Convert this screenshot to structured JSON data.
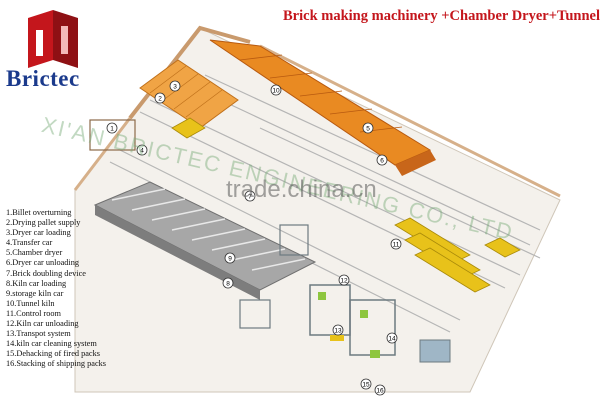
{
  "header": {
    "title": "Brick making machinery +Chamber Dryer+Tunnel Kiln"
  },
  "brand": {
    "name": "Brictec",
    "colors": {
      "logo_red": "#c4161c",
      "logo_dark": "#8e1014",
      "brand_blue": "#1b3a8c"
    }
  },
  "watermarks": {
    "primary": "trade.china.cn",
    "secondary": "XI'AN BRICTEC ENGINEERING CO., LTD"
  },
  "legend": {
    "items": [
      "1.Billet overturning",
      "2.Drying pallet supply",
      "3.Dryer car loading",
      "4.Transfer car",
      "5.Chamber dryer",
      "6.Dryer car unloading",
      "7.Brick doubling device",
      "8.Kiln car loading",
      "9.storage kiln car",
      "10.Tunnel kiln",
      "11.Control room",
      "12.Kiln car unloading",
      "13.Transpot system",
      "14.kiln car cleaning system",
      "15.Dehacking of fired packs",
      "16.Stacking of shipping packs"
    ]
  },
  "diagram": {
    "colors": {
      "kiln": "#e98a22",
      "kiln_dark": "#c8661a",
      "dryer": "#9a9a9a",
      "rail": "#b8b8b8",
      "wall": "#d4a57a",
      "yellow": "#e8c21a",
      "green": "#8ec63f",
      "gray_machine": "#7f8a8f"
    },
    "markers": [
      {
        "id": "m1",
        "text": "1"
      },
      {
        "id": "m2",
        "text": "2"
      },
      {
        "id": "m3",
        "text": "3"
      },
      {
        "id": "m4",
        "text": "4"
      },
      {
        "id": "m5",
        "text": "5"
      },
      {
        "id": "m6",
        "text": "6"
      },
      {
        "id": "m7",
        "text": "7"
      },
      {
        "id": "m8",
        "text": "8"
      },
      {
        "id": "m9",
        "text": "9"
      },
      {
        "id": "m10",
        "text": "10"
      },
      {
        "id": "m11",
        "text": "11"
      },
      {
        "id": "m12",
        "text": "12"
      },
      {
        "id": "m13",
        "text": "13"
      },
      {
        "id": "m14",
        "text": "14"
      },
      {
        "id": "m15",
        "text": "15"
      },
      {
        "id": "m16",
        "text": "16"
      }
    ]
  }
}
